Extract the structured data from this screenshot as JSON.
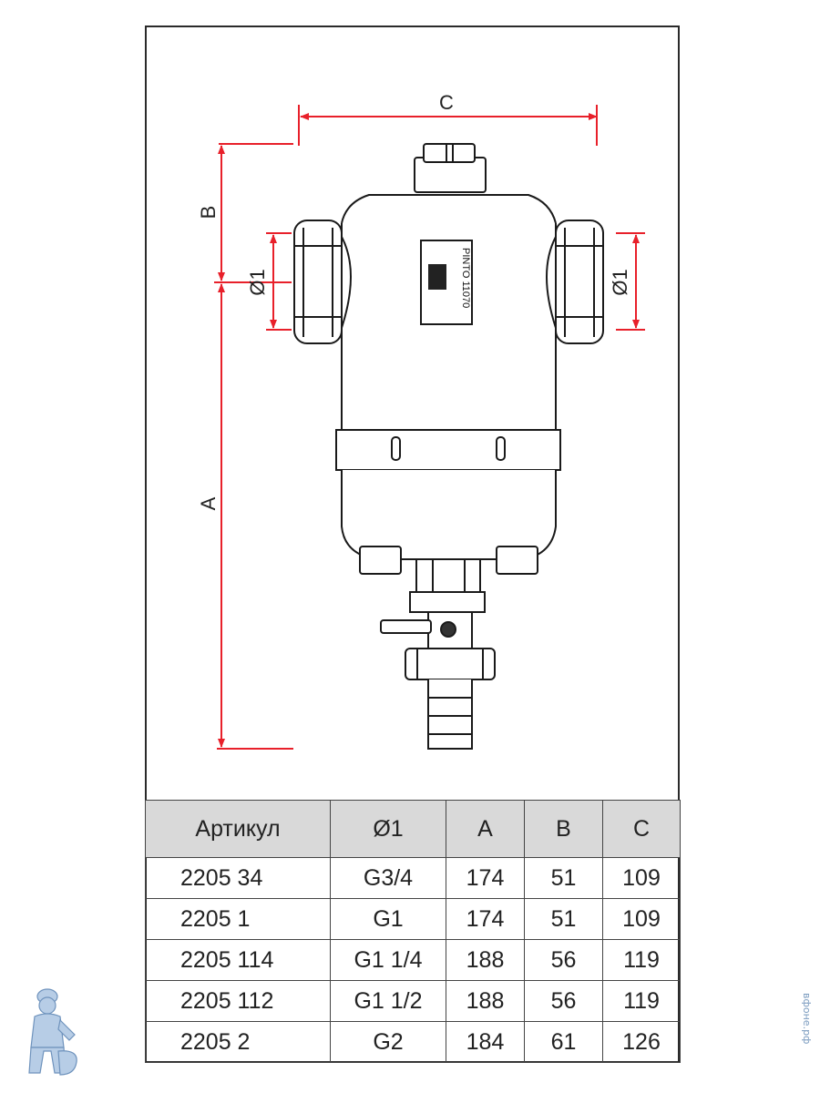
{
  "diagram": {
    "labels": {
      "width": "C",
      "top_height": "B",
      "total_height": "A",
      "diameter_left": "Ø1",
      "diameter_right": "Ø1"
    },
    "plate_text": "PINTO 11070",
    "colors": {
      "dimension_lines": "#e8202a",
      "outline": "#1a1a1a",
      "table_header": "#d9d9d9"
    }
  },
  "table": {
    "headers": [
      "Артикул",
      "Ø1",
      "A",
      "B",
      "C"
    ],
    "rows": [
      [
        "2205 34",
        "G3/4",
        "174",
        "51",
        "109"
      ],
      [
        "2205 1",
        "G1",
        "174",
        "51",
        "109"
      ],
      [
        "2205 114",
        "G1 1/4",
        "188",
        "56",
        "119"
      ],
      [
        "2205 112",
        "G1 1/2",
        "188",
        "56",
        "119"
      ],
      [
        "2205 2",
        "G2",
        "184",
        "61",
        "126"
      ]
    ]
  },
  "watermark": "вфоне.рф",
  "mascot_icon": "plumber-mascot-icon"
}
